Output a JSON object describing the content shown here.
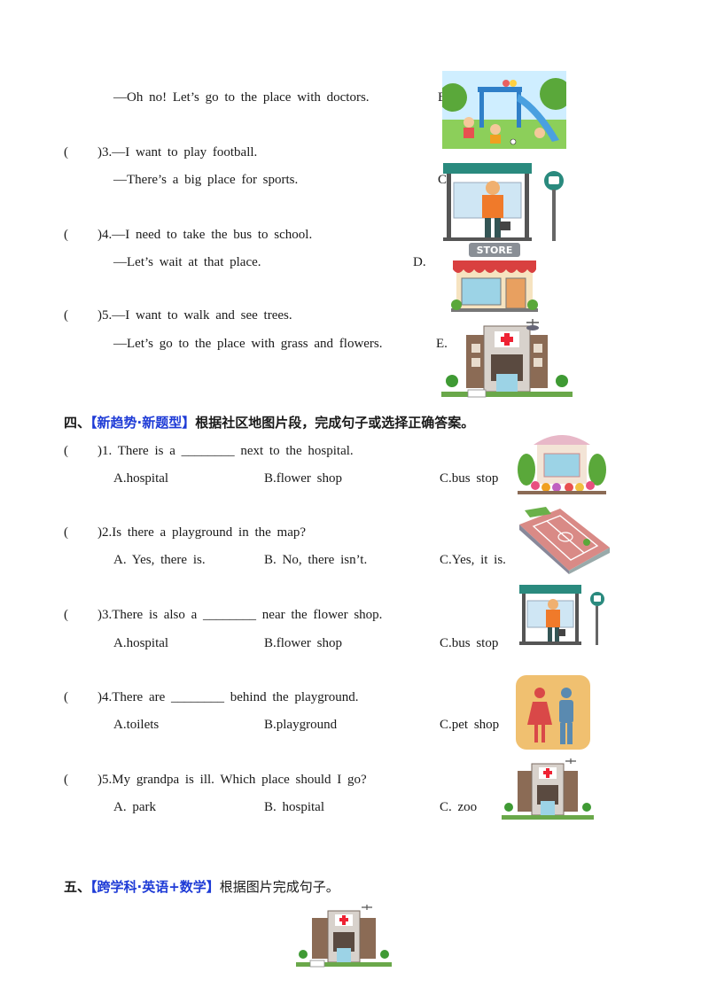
{
  "part3": {
    "q2_answer_line": "—Oh no! Let’s go to the place with doctors.",
    "q2_option_letter": "B.",
    "q3_paren": "(",
    "q3_line": ")3.—I want to play football.",
    "q3_answer_line": "—There’s a big place for sports.",
    "q3_option_letter": "C.",
    "q4_paren": "(",
    "q4_line": ")4.—I need to take the bus to school.",
    "q4_answer_line": "—Let’s wait at that place.",
    "q4_option_letter": "D.",
    "q5_paren": "(",
    "q5_line": ")5.—I want to walk and see trees.",
    "q5_answer_line": "—Let’s go to the place with grass and flowers.",
    "q5_option_letter": "E.",
    "store_sign": "STORE"
  },
  "part4": {
    "number": "四、",
    "tag": "【新趋势·新题型】",
    "instruction": "根据社区地图片段，完成句子或选择正确答案。",
    "questions": [
      {
        "paren": "(",
        "stem": ")1. There is a ________ next to the hospital.",
        "a": "A.hospital",
        "b": "B.flower shop",
        "c": "C.bus stop"
      },
      {
        "paren": "(",
        "stem": ")2.Is there a playground in the map?",
        "a": "A. Yes, there is.",
        "b": "B. No, there isn’t.",
        "c": "C.Yes, it is."
      },
      {
        "paren": "(",
        "stem": ")3.There is also a ________ near the flower shop.",
        "a": "A.hospital",
        "b": "B.flower shop",
        "c": "C.bus stop"
      },
      {
        "paren": "(",
        "stem": ")4.There are ________ behind the playground.",
        "a": "A.toilets",
        "b": "B.playground",
        "c": "C.pet shop"
      },
      {
        "paren": "(",
        "stem": ")5.My grandpa is ill. Which place should I go?",
        "a": "A. park",
        "b": "B. hospital",
        "c": "C. zoo"
      }
    ]
  },
  "part5": {
    "number": "五、",
    "tag": "【跨学科·英语+数学】",
    "instruction": "根据图片完成句子。"
  }
}
